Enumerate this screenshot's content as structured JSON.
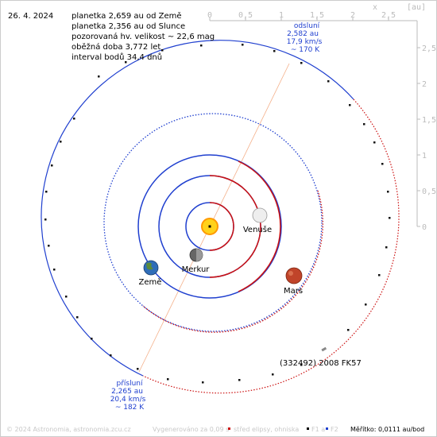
{
  "date": "26. 4. 2024",
  "info": {
    "line1": "planetka 2,659 au od Země",
    "line2": "planetka 2,356 au od Slunce",
    "line3": "pozorovaná hv. velikost ~ 22,6 mag",
    "line4": "oběžná doba 3,772 let",
    "line5": "interval bodů 34,4 dnů"
  },
  "axis": {
    "x_ticks": [
      "0",
      "0,5",
      "1",
      "1,5",
      "2",
      "2,5"
    ],
    "y_ticks": [
      "2,5",
      "2",
      "1,5",
      "1",
      "0,5",
      "0"
    ],
    "x_label": "x",
    "unit": "[au]"
  },
  "aphelion": {
    "title": "odsluní",
    "dist": "2,582 au",
    "speed": "17,9 km/s",
    "temp": "~ 170 K"
  },
  "perihelion": {
    "title": "přísluní",
    "dist": "2,265 au",
    "speed": "20,4 km/s",
    "temp": "~ 182 K"
  },
  "planets": {
    "venus": "Venuše",
    "mercury": "Merkur",
    "earth": "Země",
    "mars": "Mars"
  },
  "asteroid": "(332492) 2008 FK57",
  "footer": {
    "copyright": "© 2024 Astronomia, astronomia.zcu.cz",
    "generated": "Vygenerováno za 0,09 s",
    "legend_center": "střed elipsy, ohniska",
    "legend_f1": "F1 a",
    "legend_f2": "F2",
    "scale": "Měřítko: 0,0111 au/bod"
  },
  "colors": {
    "orbit_blue": "#1f3fcf",
    "orbit_red": "#cc1111",
    "apsis_line": "#f4b08a",
    "grid_gray": "#bbbbbb"
  }
}
